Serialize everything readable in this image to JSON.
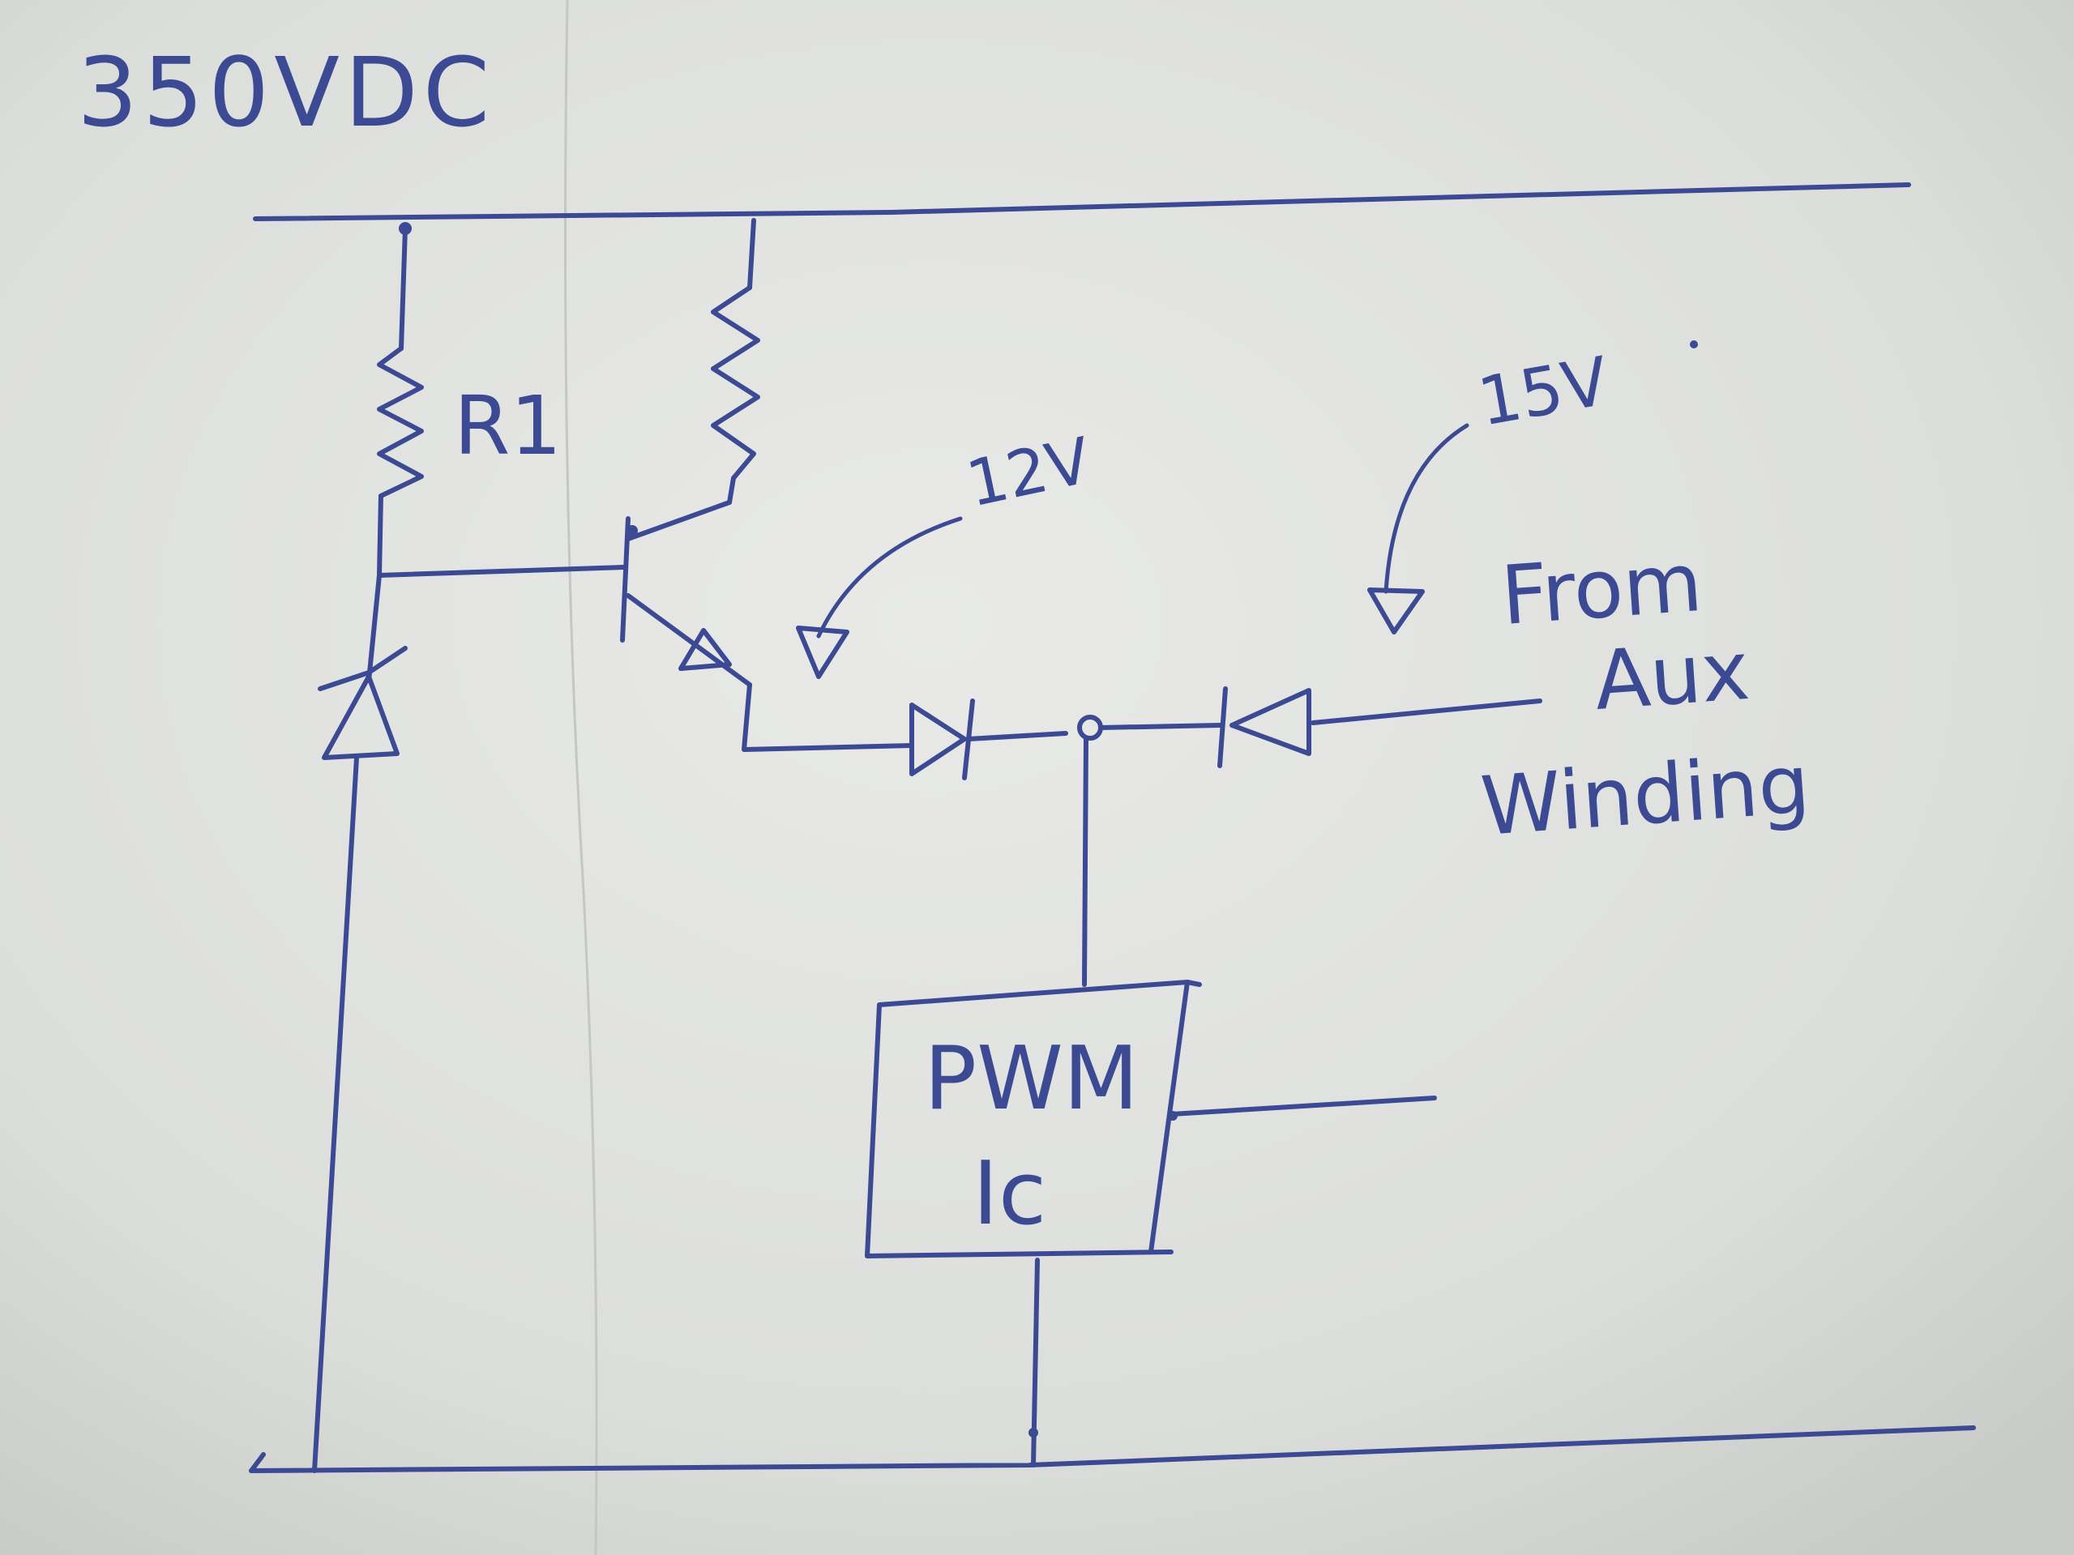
{
  "labels": {
    "supply": "350VDC",
    "resistor": "R1",
    "emitter_voltage": "12V",
    "aux_voltage": "15V",
    "aux_source": [
      "From",
      "Aux",
      "Winding"
    ],
    "ic": [
      "PWM",
      "Ic"
    ]
  },
  "colors": {
    "ink": "#3b4a92",
    "paper": "#d9dbd8"
  }
}
